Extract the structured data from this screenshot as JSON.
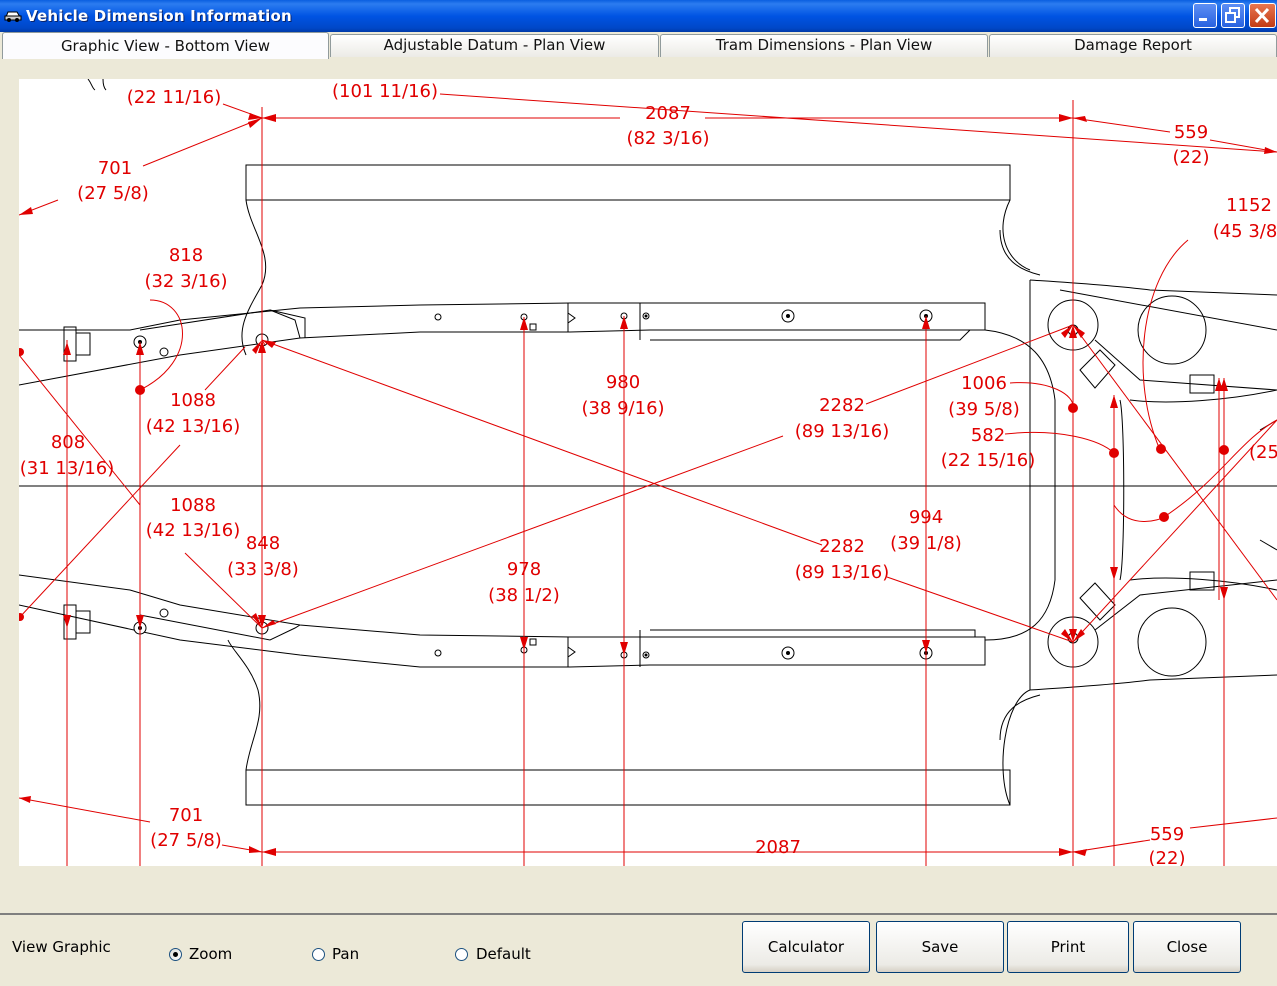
{
  "window": {
    "title": "Vehicle Dimension Information"
  },
  "tabs": [
    {
      "label": "Graphic View - Bottom View",
      "active": true
    },
    {
      "label": "Adjustable Datum - Plan View",
      "active": false
    },
    {
      "label": "Tram Dimensions - Plan View",
      "active": false
    },
    {
      "label": "Damage Report",
      "active": false
    }
  ],
  "drawing": {
    "line_color": "#e00000",
    "dimensions": [
      {
        "mm": "",
        "inch": "(22  11/16)"
      },
      {
        "mm": "",
        "inch": "(101  11/16)"
      },
      {
        "mm": "2087",
        "inch": "(82  3/16)"
      },
      {
        "mm": "559",
        "inch": "(22)"
      },
      {
        "mm": "701",
        "inch": "(27  5/8)"
      },
      {
        "mm": "1152",
        "inch": "(45  3/8"
      },
      {
        "mm": "818",
        "inch": "(32  3/16)"
      },
      {
        "mm": "1088",
        "inch": "(42  13/16)"
      },
      {
        "mm": "980",
        "inch": "(38  9/16)"
      },
      {
        "mm": "2282",
        "inch": "(89  13/16)"
      },
      {
        "mm": "1006",
        "inch": "(39  5/8)"
      },
      {
        "mm": "808",
        "inch": "(31  13/16)"
      },
      {
        "mm": "582",
        "inch": "(22  15/16)"
      },
      {
        "mm": "",
        "inch": "(25"
      },
      {
        "mm": "994",
        "inch": "(39  1/8)"
      },
      {
        "mm": "1088",
        "inch": "(42  13/16)"
      },
      {
        "mm": "848",
        "inch": "(33  3/8)"
      },
      {
        "mm": "978",
        "inch": "(38  1/2)"
      },
      {
        "mm": "2282",
        "inch": "(89  13/16)"
      },
      {
        "mm": "701",
        "inch": "(27  5/8)"
      },
      {
        "mm": "2087",
        "inch": ""
      },
      {
        "mm": "559",
        "inch": "(22)"
      }
    ]
  },
  "view_graphic": {
    "label": "View Graphic",
    "options": [
      {
        "label": "Zoom",
        "checked": true
      },
      {
        "label": "Pan",
        "checked": false
      },
      {
        "label": "Default",
        "checked": false
      }
    ]
  },
  "buttons": {
    "calculator": "Calculator",
    "save": "Save",
    "print": "Print",
    "close": "Close"
  }
}
